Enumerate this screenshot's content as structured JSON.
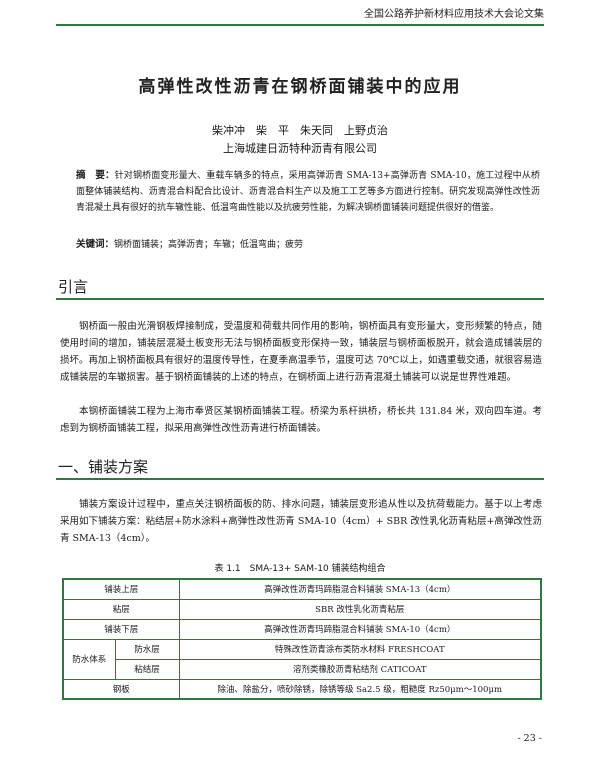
{
  "header": {
    "text": "全国公路养护新材料应用技术大会论文集"
  },
  "title": "高弹性改性沥青在钢桥面铺装中的应用",
  "authors": "柴冲冲　柴　平　朱天同　上野贞治",
  "affiliation": "上海城建日沥特种沥青有限公司",
  "abstract": {
    "label": "摘　要：",
    "text": "针对钢桥面变形量大、重载车辆多的特点，采用高弹沥青 SMA-13+高弹沥青 SMA-10，施工过程中从桥面整体铺装结构、沥青混合料配合比设计、沥青混合料生产以及施工工艺等多方面进行控制。研究发现高弹性改性沥青混凝土具有很好的抗车辙性能、低温弯曲性能以及抗疲劳性能，为解决钢桥面铺装问题提供很好的借鉴。"
  },
  "keywords": {
    "label": "关键词：",
    "text": "钢桥面铺装；高弹沥青；车辙；低温弯曲；疲劳"
  },
  "sections": [
    {
      "title": "引言",
      "paragraphs": [
        "钢桥面一般由光滑钢板焊接制成，受温度和荷载共同作用的影响，钢桥面具有变形量大，变形频繁的特点，随使用时间的增加，铺装层混凝土板变形无法与钢桥面板变形保持一致，铺装层与钢桥面板脱开，就会造成铺装层的损坏。再加上钢桥面板具有很好的温度传导性，在夏季高温季节，温度可达 70℃以上，如遇重载交通，就很容易造成铺装层的车辙损害。基于钢桥面铺装的上述的特点，在钢桥面上进行沥青混凝土铺装可以说是世界性难题。",
        "本钢桥面铺装工程为上海市奉贤区某钢桥面铺装工程。桥梁为系杆拱桥，桥长共 131.84 米，双向四车道。考虑到为钢桥面铺装工程，拟采用高弹性改性沥青进行桥面铺装。"
      ]
    },
    {
      "title": "一、铺装方案",
      "paragraphs": [
        "铺装方案设计过程中，重点关注钢桥面板的防、排水问题，铺装层变形追从性以及抗荷载能力。基于以上考虑采用如下铺装方案：粘结层+防水涂料+高弹性改性沥青 SMA-10（4cm）+ SBR 改性乳化沥青粘层+高弹改性沥青 SMA-13（4cm）。"
      ]
    }
  ],
  "table": {
    "caption": "表 1.1　SMA-13+ SAM-10 铺装结构组合",
    "rows": [
      {
        "label": "铺装上层",
        "content": "高弹改性沥青玛蹄脂混合料铺装 SMA-13（4cm）"
      },
      {
        "label": "粘层",
        "content": "SBR 改性乳化沥青粘层"
      },
      {
        "label": "铺装下层",
        "content": "高弹改性沥青玛蹄脂混合料铺装 SMA-10（4cm）"
      },
      {
        "group": "防水体系",
        "sublabel": "防水层",
        "content": "特殊改性沥青涂布类防水材料 FRESHCOAT"
      },
      {
        "sublabel": "粘结层",
        "content": "溶剂类橡胶沥青粘结剂 CATICOAT"
      },
      {
        "label": "钢板",
        "content": "除油、除盐分，喷砂除锈，除锈等级 Sa2.5 级，粗糙度 Rz50μm～100μm"
      }
    ]
  },
  "page_number": "- 23 -",
  "colors": {
    "accent": "#2b7a3e"
  }
}
